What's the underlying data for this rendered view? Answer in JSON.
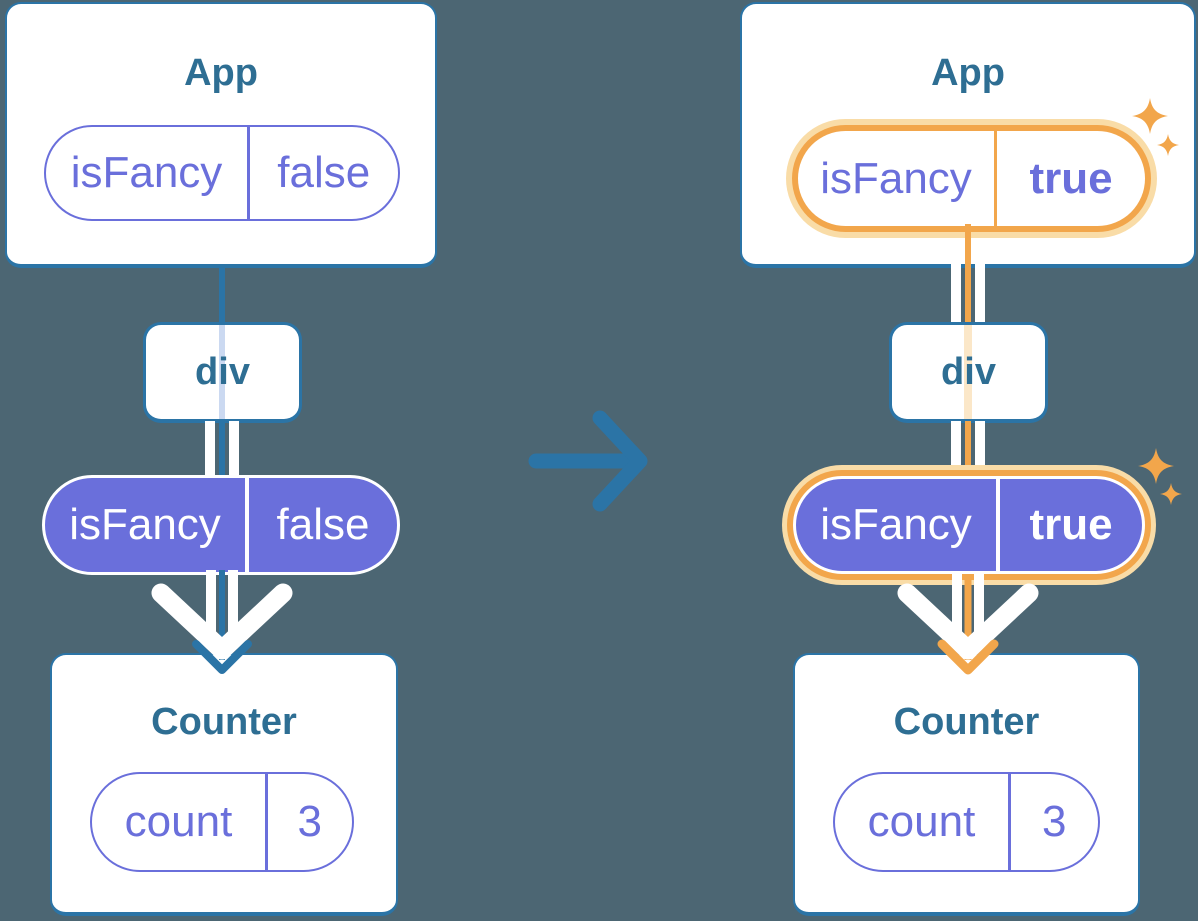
{
  "colors": {
    "background": "#4C6673",
    "blue": "#2B74A6",
    "title": "#2E6E93",
    "purple": "#6A6FDB",
    "lavender": "#CBD9F1",
    "orange": "#F2A64B",
    "orangeHalo": "#F9DCA7",
    "orangePale": "#FBE7C8",
    "white": "#FFFFFF"
  },
  "before": {
    "app": {
      "title": "App",
      "prop_name": "isFancy",
      "prop_value": "false"
    },
    "container": {
      "title": "div"
    },
    "passed_prop": {
      "name": "isFancy",
      "value": "false"
    },
    "counter": {
      "title": "Counter",
      "state_name": "count",
      "state_value": "3"
    }
  },
  "after": {
    "app": {
      "title": "App",
      "prop_name": "isFancy",
      "prop_value": "true"
    },
    "container": {
      "title": "div"
    },
    "passed_prop": {
      "name": "isFancy",
      "value": "true"
    },
    "counter": {
      "title": "Counter",
      "state_name": "count",
      "state_value": "3"
    }
  }
}
